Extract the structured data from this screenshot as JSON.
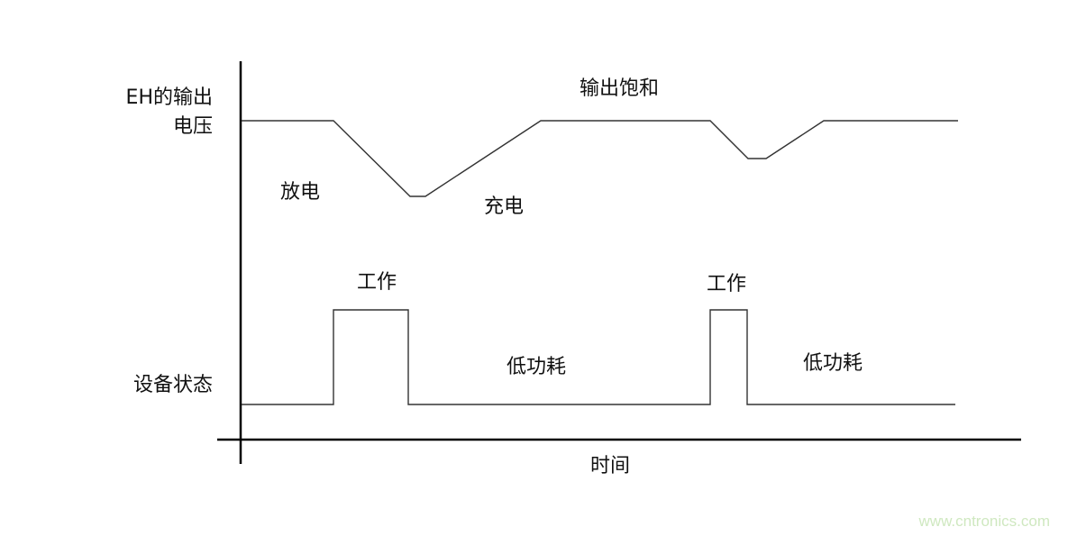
{
  "labels": {
    "y_top_line1": "EH的输出",
    "y_top_line2": "电压",
    "y_bottom": "设备状态",
    "x_axis": "时间",
    "discharge": "放电",
    "charge": "充电",
    "saturated": "输出饱和",
    "work_1": "工作",
    "work_2": "工作",
    "low_power_1": "低功耗",
    "low_power_2": "低功耗"
  },
  "watermark": "www.cntronics.com",
  "colors": {
    "line": "#333333",
    "axis": "#000000",
    "text": "#111111",
    "watermark": "#cfe8c0"
  }
}
